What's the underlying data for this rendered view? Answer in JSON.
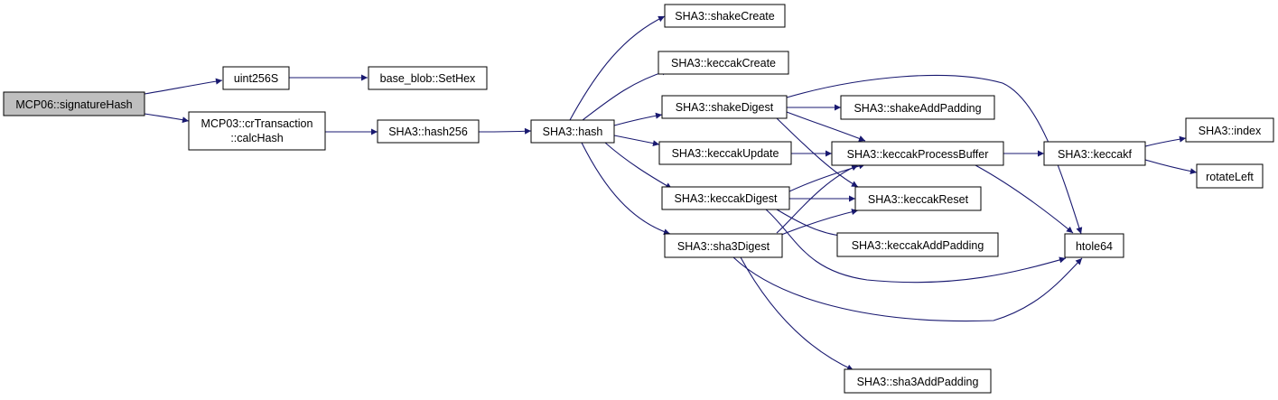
{
  "diagram": {
    "colors": {
      "edge": "#191970",
      "node_fill": "#ffffff",
      "root_fill": "#bfbfbf",
      "node_border": "#000000"
    },
    "nodes": {
      "root": {
        "lines": [
          "MCP06::signatureHash"
        ]
      },
      "uint256S": {
        "lines": [
          "uint256S"
        ]
      },
      "sethex": {
        "lines": [
          "base_blob::SetHex"
        ]
      },
      "calchash": {
        "lines": [
          "MCP03::crTransaction",
          "::calcHash"
        ]
      },
      "hash256": {
        "lines": [
          "SHA3::hash256"
        ]
      },
      "hash": {
        "lines": [
          "SHA3::hash"
        ]
      },
      "shakeCreate": {
        "lines": [
          "SHA3::shakeCreate"
        ]
      },
      "keccakCreate": {
        "lines": [
          "SHA3::keccakCreate"
        ]
      },
      "shakeDigest": {
        "lines": [
          "SHA3::shakeDigest"
        ]
      },
      "keccakUpdate": {
        "lines": [
          "SHA3::keccakUpdate"
        ]
      },
      "keccakDigest": {
        "lines": [
          "SHA3::keccakDigest"
        ]
      },
      "sha3Digest": {
        "lines": [
          "SHA3::sha3Digest"
        ]
      },
      "shakeAddPadding": {
        "lines": [
          "SHA3::shakeAddPadding"
        ]
      },
      "keccakProcessBuffer": {
        "lines": [
          "SHA3::keccakProcessBuffer"
        ]
      },
      "keccakReset": {
        "lines": [
          "SHA3::keccakReset"
        ]
      },
      "keccakAddPadding": {
        "lines": [
          "SHA3::keccakAddPadding"
        ]
      },
      "sha3AddPadding": {
        "lines": [
          "SHA3::sha3AddPadding"
        ]
      },
      "keccakf": {
        "lines": [
          "SHA3::keccakf"
        ]
      },
      "htole64": {
        "lines": [
          "htole64"
        ]
      },
      "index": {
        "lines": [
          "SHA3::index"
        ]
      },
      "rotateLeft": {
        "lines": [
          "rotateLeft"
        ]
      }
    },
    "edges": [
      [
        "root",
        "uint256S"
      ],
      [
        "root",
        "calchash"
      ],
      [
        "uint256S",
        "sethex"
      ],
      [
        "calchash",
        "hash256"
      ],
      [
        "hash256",
        "hash"
      ],
      [
        "hash",
        "shakeCreate"
      ],
      [
        "hash",
        "keccakCreate"
      ],
      [
        "hash",
        "shakeDigest"
      ],
      [
        "hash",
        "keccakUpdate"
      ],
      [
        "hash",
        "keccakDigest"
      ],
      [
        "hash",
        "sha3Digest"
      ],
      [
        "shakeDigest",
        "shakeAddPadding"
      ],
      [
        "shakeDigest",
        "keccakProcessBuffer"
      ],
      [
        "shakeDigest",
        "keccakReset"
      ],
      [
        "shakeDigest",
        "htole64"
      ],
      [
        "keccakUpdate",
        "keccakProcessBuffer"
      ],
      [
        "keccakDigest",
        "keccakProcessBuffer"
      ],
      [
        "keccakDigest",
        "keccakReset"
      ],
      [
        "keccakDigest",
        "keccakAddPadding"
      ],
      [
        "keccakDigest",
        "htole64"
      ],
      [
        "sha3Digest",
        "keccakProcessBuffer"
      ],
      [
        "sha3Digest",
        "keccakReset"
      ],
      [
        "sha3Digest",
        "sha3AddPadding"
      ],
      [
        "sha3Digest",
        "htole64"
      ],
      [
        "keccakProcessBuffer",
        "keccakf"
      ],
      [
        "keccakProcessBuffer",
        "htole64"
      ],
      [
        "keccakf",
        "index"
      ],
      [
        "keccakf",
        "rotateLeft"
      ]
    ]
  }
}
